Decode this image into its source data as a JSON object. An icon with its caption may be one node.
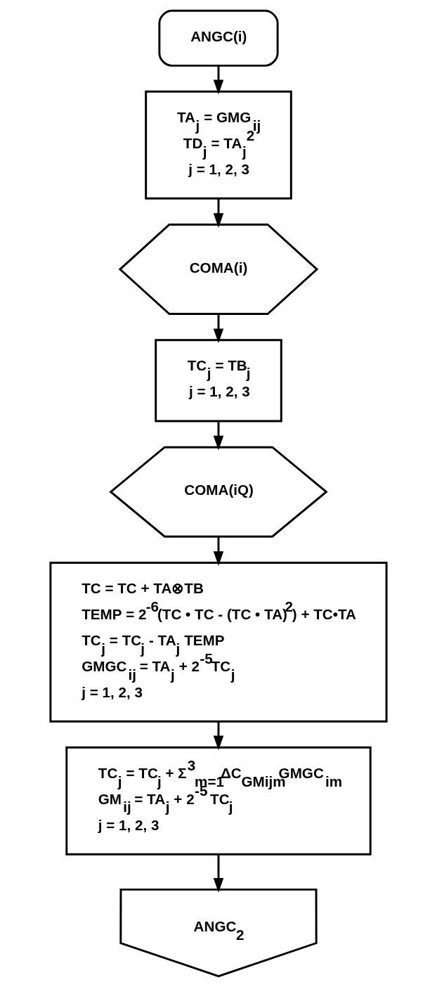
{
  "diagram": {
    "nodes": [
      {
        "text": [
          "ANGC(i)"
        ]
      },
      {
        "text": [
          "TA$_{j}$ = GMG$_{ij}$",
          "TD$_{j}$ = TA$_{j}$$^{2}$",
          "j = 1, 2, 3"
        ]
      },
      {
        "text": [
          "COMA(i)"
        ]
      },
      {
        "text": [
          "TC$_{j}$ = TB$_{j}$",
          "j = 1, 2, 3"
        ]
      },
      {
        "text": [
          "COMA(iQ)"
        ]
      },
      {
        "text": [
          "TC = TC + TA⊗TB",
          "TEMP = 2$^{-6}$(TC • TC - (TC • TA)$^{2}$) + TC•TA",
          "TC$_{j}$ = TC$_{j}$ - TA$_{j}$ TEMP",
          "GMGC$_{ij}$ = TA$_{j}$ + 2$^{-5}$TC$_{j}$",
          "j = 1, 2, 3"
        ]
      },
      {
        "text": [
          "TC$_{j}$ = TC$_{j}$ + Σ$^{3}$$_{m=1}$ΔC$_{GMijm}$GMGC$_{im}$",
          "GM$_{ij}$ = TA$_{j}$ + 2$^{-5}$ TC$_{j}$",
          "j = 1, 2, 3"
        ]
      },
      {
        "text": [
          "ANGC$_{2}$"
        ]
      }
    ],
    "edges": [
      {
        "from": 0,
        "to": 1,
        "arrow": "to"
      },
      {
        "from": 1,
        "to": 2,
        "arrow": "to"
      },
      {
        "from": 2,
        "to": 3,
        "arrow": "to"
      },
      {
        "from": 3,
        "to": 4,
        "arrow": "to"
      },
      {
        "from": 4,
        "to": 5,
        "arrow": "to"
      },
      {
        "from": 5,
        "to": 6,
        "arrow": "to"
      },
      {
        "from": 6,
        "to": 7,
        "arrow": "to"
      }
    ]
  }
}
